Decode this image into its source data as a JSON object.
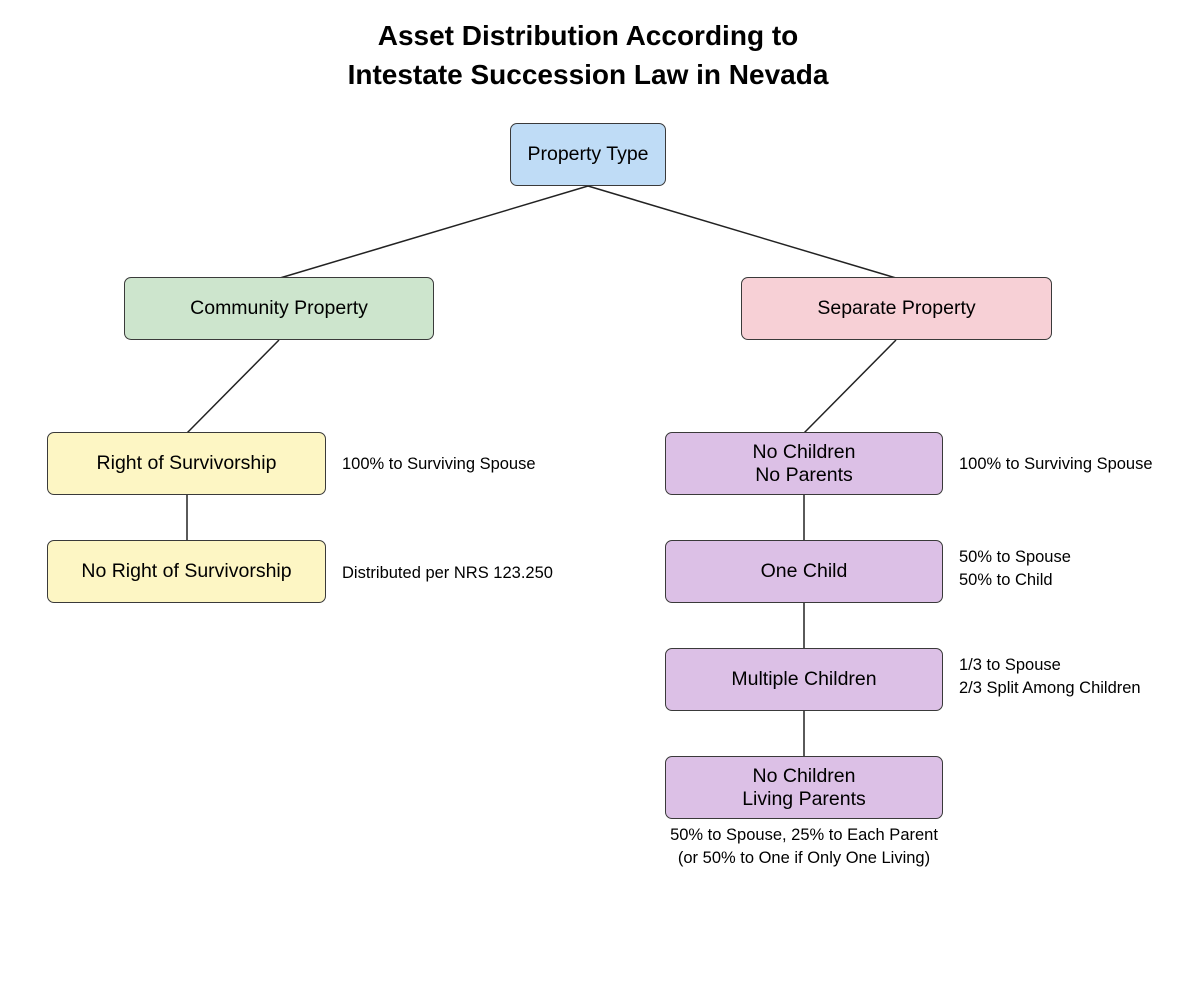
{
  "title": {
    "line1": "Asset Distribution According to",
    "line2": "Intestate Succession Law in Nevada"
  },
  "nodes": {
    "root": {
      "label": "Property Type",
      "color": "#bfdcf6"
    },
    "community": {
      "label": "Community Property",
      "color": "#cde5cd"
    },
    "separate": {
      "label": "Separate Property",
      "color": "#f7d0d6"
    },
    "right_survivorship": {
      "label": "Right of Survivorship",
      "color": "#fdf6c4"
    },
    "no_right_survivorship": {
      "label": "No Right of Survivorship",
      "color": "#fdf6c4"
    },
    "no_children_no_parents": {
      "line1": "No Children",
      "line2": "No Parents",
      "color": "#dcc0e6"
    },
    "one_child": {
      "label": "One Child",
      "color": "#dcc0e6"
    },
    "multiple_children": {
      "label": "Multiple Children",
      "color": "#dcc0e6"
    },
    "no_children_living_parents": {
      "line1": "No Children",
      "line2": "Living Parents",
      "color": "#dcc0e6"
    }
  },
  "notes": {
    "right_survivorship": "100% to Surviving Spouse",
    "no_right_survivorship": "Distributed per NRS 123.250",
    "no_children_no_parents": "100% to Surviving Spouse",
    "one_child": {
      "line1": "50% to Spouse",
      "line2": "50% to Child"
    },
    "multiple_children": {
      "line1": "1/3 to Spouse",
      "line2": "2/3 Split Among Children"
    },
    "no_children_living_parents": {
      "line1": "50% to Spouse, 25% to Each Parent",
      "line2": "(or 50% to One if Only One Living)"
    }
  }
}
